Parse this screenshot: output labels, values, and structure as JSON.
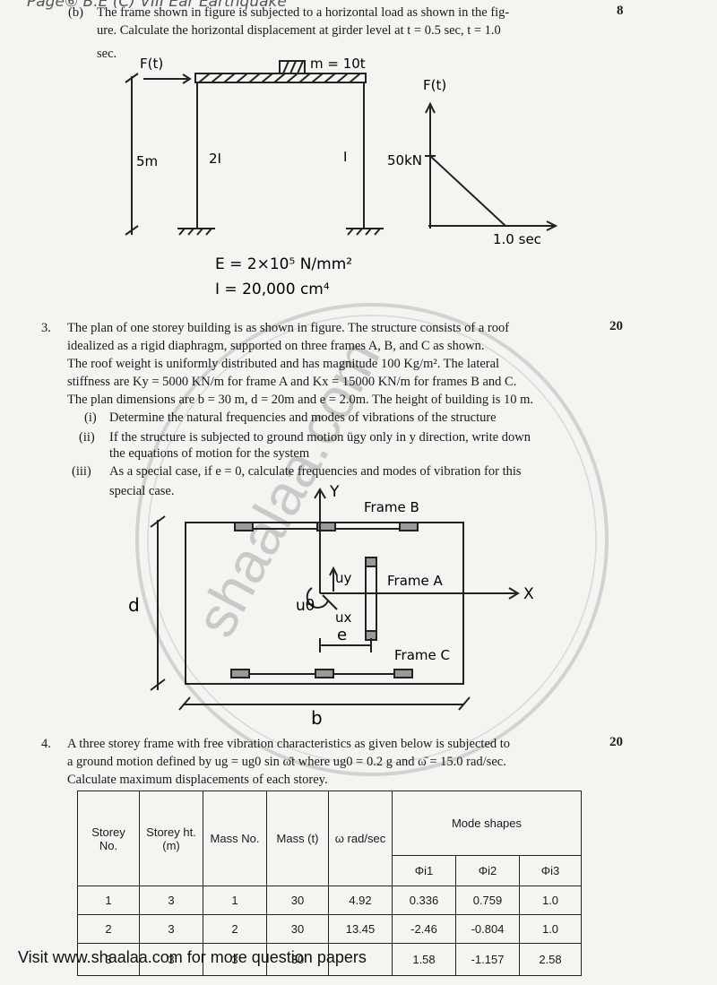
{
  "header_scrawl": "Page⑥ B.E (C) VIII Ear Earthquake",
  "q2b": {
    "label": "(b)",
    "line1": "The frame shown in figure is subjected to a horizontal load as shown in the fig-",
    "line2": "ure. Calculate the horizontal displacement at girder level at t = 0.5 sec, t = 1.0",
    "line3": "sec.",
    "marks": "8"
  },
  "fig1": {
    "force_label": "F(t)",
    "mass_label": "m = 10t",
    "height_label": "5m",
    "left_col_label": "2I",
    "right_col_label": "I",
    "graph_axis_label": "F(t)",
    "peak_label": "50kN",
    "time_label": "1.0 sec",
    "e_value": "E = 2×10⁵ N/mm²",
    "i_value": "I = 20,000 cm⁴"
  },
  "q3": {
    "number": "3.",
    "marks": "20",
    "lines": [
      "The plan of one storey building is as shown in figure. The structure consists of a roof",
      "idealized as a rigid diaphragm, supported on three frames A, B, and C as shown.",
      "The roof weight is uniformly distributed and has magnitude 100 Kg/m². The lateral",
      "stiffness are Ky = 5000 KN/m for frame A and Kx = 15000 KN/m for frames B and C.",
      "The plan dimensions are b = 30 m, d = 20m and e = 2.0m. The height of building is 10 m."
    ],
    "sub_i_label": "(i)",
    "sub_i": "Determine the natural frequencies and modes of vibrations of the structure",
    "sub_ii_label": "(ii)",
    "sub_ii_a": "If the structure is subjected to ground motion ügy only in y direction, write down",
    "sub_ii_b": "the equations of motion for the system",
    "sub_iii_label": "(iii)",
    "sub_iii_a": "As a special case, if e = 0, calculate frequencies and modes of vibration for this",
    "sub_iii_b": "special case."
  },
  "fig2": {
    "y_axis": "Y",
    "x_axis": "X",
    "frame_b": "Frame B",
    "frame_a": "Frame A",
    "frame_c": "Frame C",
    "d_label": "d",
    "b_label": "b",
    "e_label": "e",
    "uy": "uy",
    "ux": "ux",
    "utheta": "uθ"
  },
  "q4": {
    "number": "4.",
    "marks": "20",
    "line1": "A three storey frame with free vibration characteristics as given below is subjected to",
    "line2": "a ground motion defined by ug = ug0 sin ω̄t where ug0 = 0.2 g and ω̄ = 15.0 rad/sec.",
    "line3": "Calculate maximum displacements of each storey."
  },
  "table": {
    "headers": [
      "Storey No.",
      "Storey ht. (m)",
      "Mass No.",
      "Mass (t)",
      "ω rad/sec",
      "Mode shapes"
    ],
    "mode_headers": [
      "Φi1",
      "Φi2",
      "Φi3"
    ],
    "rows": [
      [
        "1",
        "3",
        "1",
        "30",
        "4.92",
        "0.336",
        "0.759",
        "1.0"
      ],
      [
        "2",
        "3",
        "2",
        "30",
        "13.45",
        "-2.46",
        "-0.804",
        "1.0"
      ],
      [
        "3",
        "3",
        "3",
        "30",
        "",
        "1.58",
        "-1.157",
        "2.58"
      ]
    ]
  },
  "watermark": "shaalaa.com",
  "footer": "Visit www.shaalaa.com for more question papers"
}
